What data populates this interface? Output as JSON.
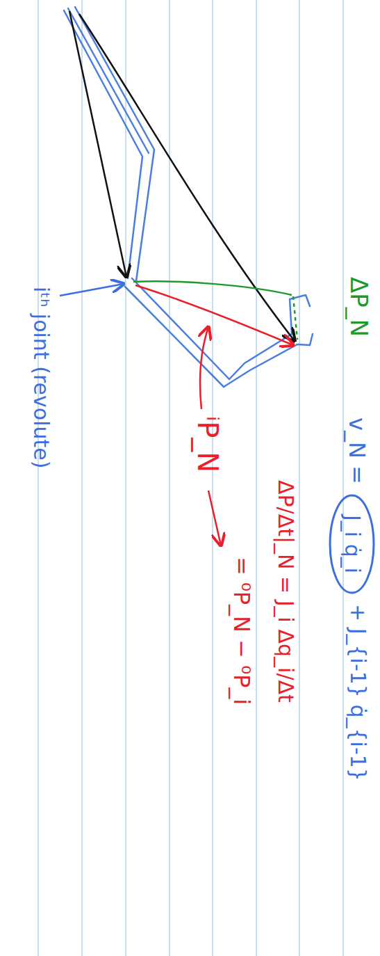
{
  "diagram": {
    "nodes": [
      {
        "text": [
          "J_i q̇_i"
        ]
      }
    ],
    "labels": [
      "ΔP_N",
      "iᵗʰ joint (revolute)",
      "ⁱP_N",
      "= ⁰P_N − ⁰P_i",
      "ΔP/Δt|_N = J_i Δq_i/Δt",
      "v_N =",
      "+ J_{i-1} q̇_{i-1}"
    ]
  }
}
